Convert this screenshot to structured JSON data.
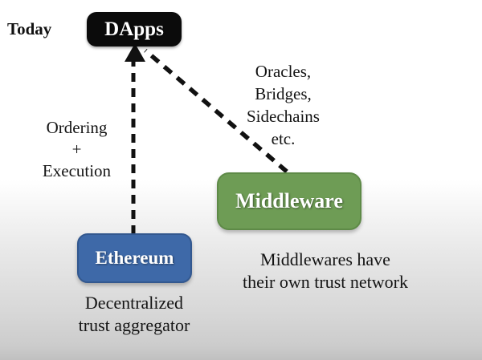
{
  "diagram": {
    "today_label": "Today",
    "nodes": {
      "dapps": {
        "label": "DApps",
        "bg": "#0b0b0b",
        "text_color": "#ffffff"
      },
      "ethereum": {
        "label": "Ethereum",
        "bg": "#3e69a8",
        "text_color": "#ffffff"
      },
      "middleware": {
        "label": "Middleware",
        "bg": "#6e9c55",
        "text_color": "#ffffff"
      }
    },
    "edges": {
      "ethereum_to_dapps": {
        "style": "dashed-arrow",
        "label_lines": [
          "Ordering",
          "+",
          "Execution"
        ]
      },
      "middleware_to_dapps": {
        "style": "dashed-arrow",
        "label_lines": [
          "Oracles,",
          "Bridges,",
          "Sidechains",
          "etc."
        ]
      }
    },
    "captions": {
      "ethereum": [
        "Decentralized",
        "trust aggregator"
      ],
      "middleware": [
        "Middlewares have",
        "their own trust network"
      ]
    },
    "colors": {
      "background_top": "#ffffff",
      "background_bottom": "#c0c0c0",
      "arrow": "#111111",
      "text": "#141414"
    }
  }
}
